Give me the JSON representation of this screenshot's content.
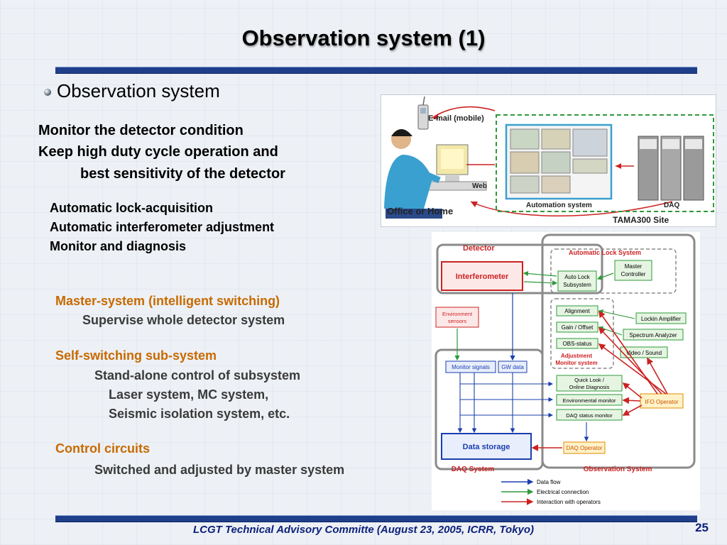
{
  "slide": {
    "title": "Observation system (1)",
    "heading": "Observation system",
    "lines": [
      "Monitor the detector condition",
      "Keep high duty cycle operation and",
      "best sensitivity of the detector"
    ],
    "sub_lines": [
      "Automatic lock-acquisition",
      "Automatic interferometer adjustment",
      "Monitor and diagnosis"
    ],
    "master_title": "Master-system (intelligent switching)",
    "master_desc": "Supervise whole detector system",
    "self_title": "Self-switching sub-system",
    "self_desc": "Stand-alone control of subsystem",
    "self_items": [
      "Laser system, MC system,",
      "Seismic isolation system, etc."
    ],
    "control_title": "Control circuits",
    "control_desc": "Switched and adjusted by master system",
    "footer": "LCGT  Technical Advisory Committe (August 23, 2005, ICRR, Tokyo)",
    "page_number": "25"
  },
  "photo": {
    "email_label": "E-mail (mobile)",
    "web_label": "Web",
    "office_label": "Office or Home",
    "automation_label": "Automation system",
    "daq_label": "DAQ",
    "site_label": "TAMA300 Site"
  },
  "diagram": {
    "detector_title": "Detector",
    "interferometer": "Interferometer",
    "auto_lock_title": "Automatic Lock System",
    "auto_lock_subsystem": [
      "Auto Lock",
      "Subsystem"
    ],
    "master_controller": [
      "Master",
      "Controller"
    ],
    "alignment": "Alignment",
    "gain_offset": "Gain / Offset",
    "obs_status": "OBS-status",
    "adjustment_title": [
      "Adjustment",
      "Monitor system"
    ],
    "lockin_amplifier": "Lockin Amplifier",
    "spectrum_analyzer": "Spectrum Analyzer",
    "video_sound": "Video / Sound",
    "environment_sensors": [
      "Environment",
      "sensors"
    ],
    "monitor_signals": "Monitor signals",
    "gw_data": "GW data",
    "quick_look": [
      "Quick Look /",
      "Online Diagnosis"
    ],
    "environmental_monitor": "Environmental monitor",
    "daq_status_monitor": "DAQ status monitor",
    "ifo_operator": "IFO Operator",
    "data_storage": "Data storage",
    "daq_operator": "DAQ Operator",
    "daq_system_title": "DAQ System",
    "observation_system_title": "Observation System",
    "legend": [
      "Data flow",
      "Electrical connection",
      "Interaction with operators"
    ],
    "colors": {
      "red": "#cc2222",
      "blue": "#1a3fae",
      "green": "#2e9a3a",
      "orange": "#e08a00",
      "gray": "#8a8a8a"
    }
  }
}
